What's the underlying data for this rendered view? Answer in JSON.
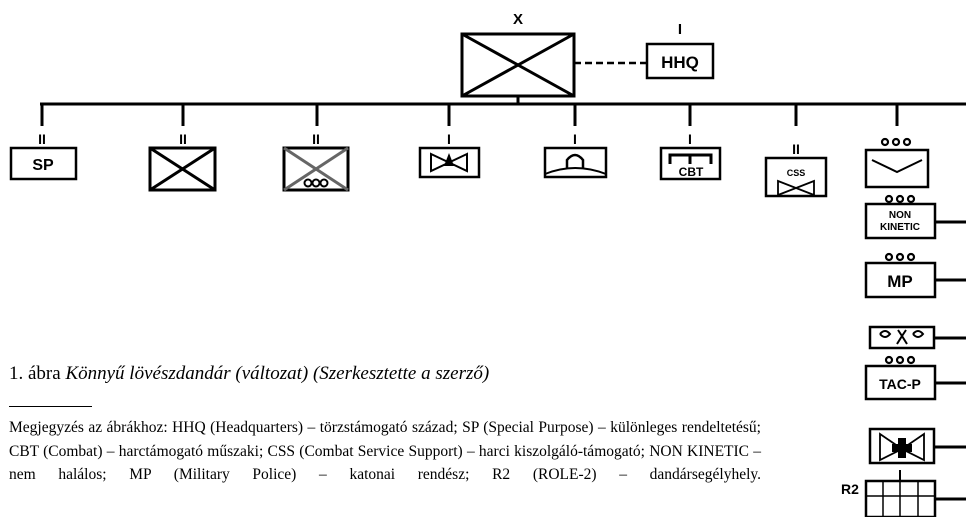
{
  "diagram": {
    "hq": {
      "echelon": "X"
    },
    "hhq": {
      "echelon": "I",
      "label": "HHQ"
    },
    "units": {
      "sp": {
        "echelon": "II",
        "label": "SP"
      },
      "infantry_battalion": {
        "echelon": "II"
      },
      "infantry_battalion_2": {
        "echelon": "II"
      },
      "artillery": {
        "echelon": "I"
      },
      "engineer": {
        "echelon": "I"
      },
      "cbt": {
        "echelon": "I",
        "label": "CBT"
      },
      "css": {
        "echelon": "II",
        "label": "CSS"
      },
      "platoon": {
        "echelon": "•••"
      }
    },
    "right_column": {
      "non_kinetic": {
        "echelon": "•••",
        "label_1": "NON",
        "label_2": "KINETIC"
      },
      "mp": {
        "echelon": "•••",
        "label": "MP"
      },
      "tac_p": {
        "echelon": "•••",
        "label": "TAC-P"
      },
      "r2": {
        "label": "R2"
      }
    }
  },
  "caption": {
    "number": "1. ábra",
    "title": "Könnyű lövészdandár (változat) (Szerkesztette a szerző)"
  },
  "note": {
    "text": "Megjegyzés az ábrákhoz: HHQ (Headquarters) – törzstámogató század; SP (Special Purpose) – különleges rendeltetésű; CBT (Combat) – harctámogató műszaki; CSS (Combat Service Support) – harci kiszolgáló-támogató; NON KINETIC – nem halálos; MP (Military Police) – katonai rendész; R2 (ROLE-2) – dandársegélyhely."
  }
}
